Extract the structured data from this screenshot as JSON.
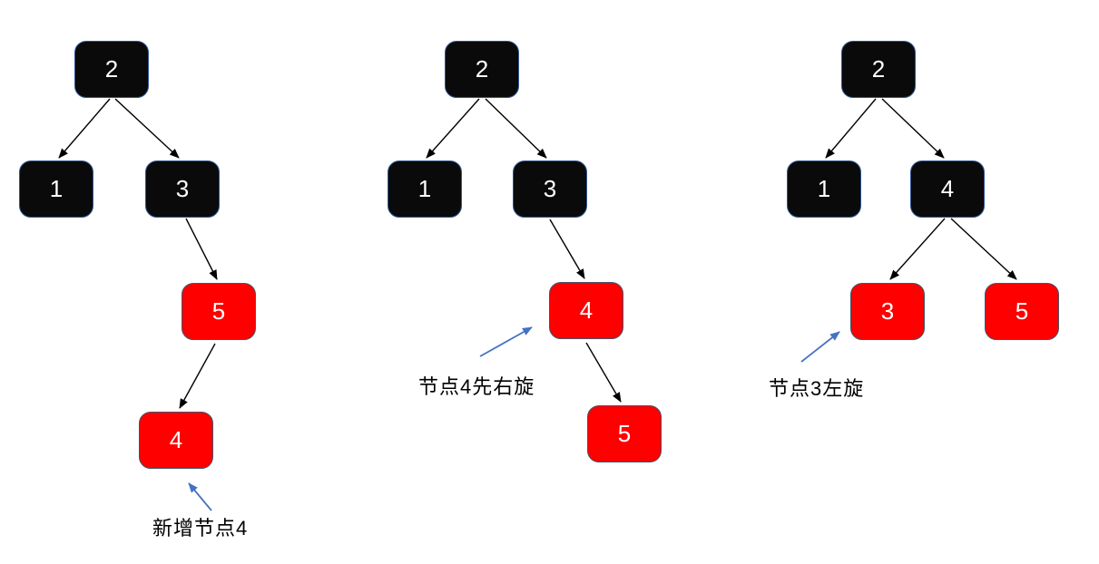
{
  "diagram": {
    "description": "Red-black tree insertion and rotation steps",
    "background": "#ffffff"
  },
  "colors": {
    "node-black-fill": "#0a0a0a",
    "node-black-border": "#2f5597",
    "node-red-fill": "#fe0000",
    "node-red-border": "#44546a",
    "node-text": "#ffffff",
    "edge": "#000000",
    "annotation-arrow": "#4472c4",
    "annotation-text": "#000000"
  },
  "trees": [
    {
      "name": "step-1-insert-node-4",
      "annotation": "新增节点4",
      "nodes": [
        {
          "value": "2",
          "color": "black"
        },
        {
          "value": "1",
          "color": "black"
        },
        {
          "value": "3",
          "color": "black"
        },
        {
          "value": "5",
          "color": "red"
        },
        {
          "value": "4",
          "color": "red"
        }
      ]
    },
    {
      "name": "step-2-right-rotate-node-4",
      "annotation": "节点4先右旋",
      "nodes": [
        {
          "value": "2",
          "color": "black"
        },
        {
          "value": "1",
          "color": "black"
        },
        {
          "value": "3",
          "color": "black"
        },
        {
          "value": "4",
          "color": "red"
        },
        {
          "value": "5",
          "color": "red"
        }
      ]
    },
    {
      "name": "step-3-left-rotate-node-3",
      "annotation": "节点3左旋",
      "nodes": [
        {
          "value": "2",
          "color": "black"
        },
        {
          "value": "1",
          "color": "black"
        },
        {
          "value": "4",
          "color": "black"
        },
        {
          "value": "3",
          "color": "red"
        },
        {
          "value": "5",
          "color": "red"
        }
      ]
    }
  ]
}
